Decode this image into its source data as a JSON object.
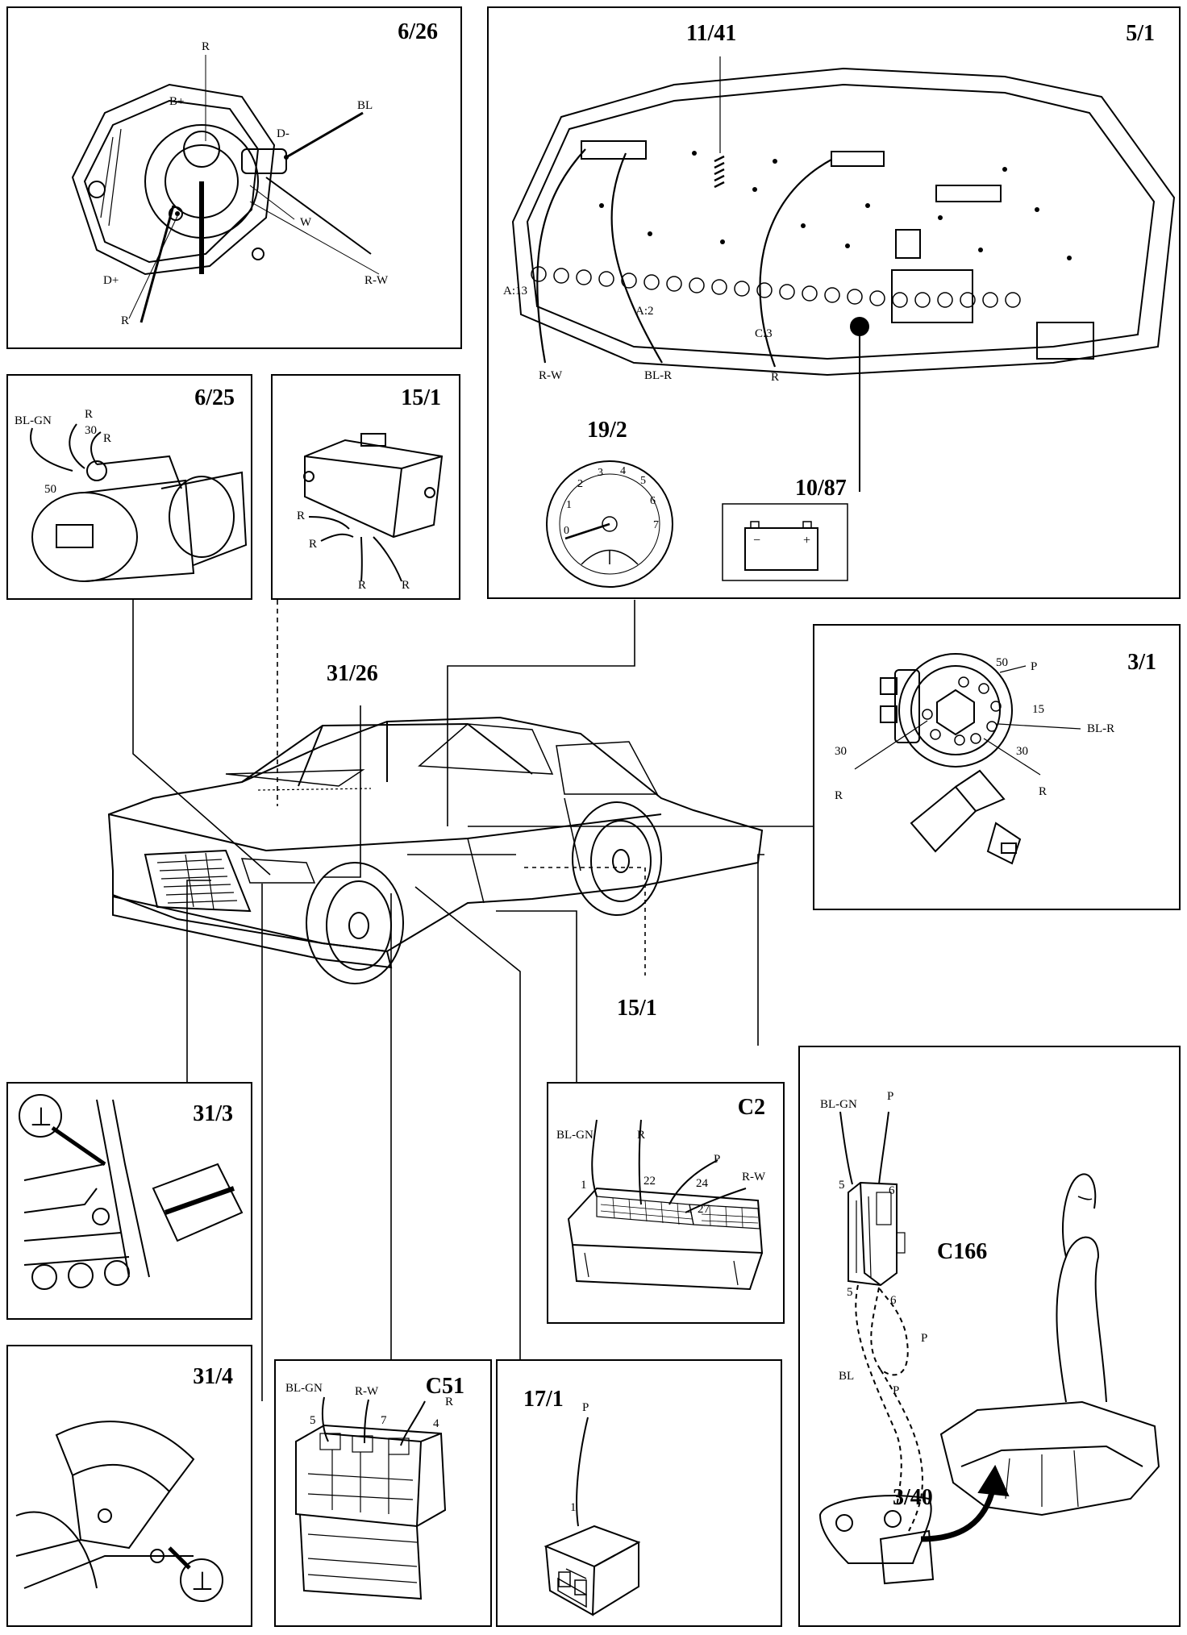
{
  "panels": {
    "alternator": {
      "id": "6/26",
      "labels": {
        "r_top": "R",
        "b_plus": "B+",
        "bl": "BL",
        "d_minus": "D-",
        "w": "W",
        "r_w": "R-W",
        "d_plus": "D+",
        "r_bottom": "R"
      }
    },
    "instrument": {
      "id": "5/1",
      "sub_id": "11/41",
      "labels": {
        "a13": "A:13",
        "a2": "A:2",
        "c3": "C:3",
        "r_w": "R-W",
        "bl_r": "BL-R",
        "r": "R"
      },
      "tacho_id": "19/2",
      "tacho_ticks": [
        "0",
        "1",
        "2",
        "3",
        "4",
        "5",
        "6",
        "7"
      ],
      "battery_id": "10/87",
      "battery_minus": "−",
      "battery_plus": "+"
    },
    "starter": {
      "id": "6/25",
      "labels": {
        "bl_gn": "BL-GN",
        "r1": "R",
        "n30": "30",
        "r2": "R",
        "n50": "50"
      }
    },
    "module": {
      "id": "15/1",
      "labels": {
        "r1": "R",
        "r2": "R",
        "r3": "R",
        "r4": "R"
      }
    },
    "ignition": {
      "id": "3/1",
      "labels": {
        "n50": "50",
        "p": "P",
        "n15": "15",
        "bl_r": "BL-R",
        "n30a": "30",
        "n30b": "30",
        "r1": "R",
        "r2": "R"
      }
    },
    "ground1": {
      "id": "31/3",
      "symbol": "⊥"
    },
    "ground2": {
      "id": "31/4",
      "symbol": "⊥"
    },
    "c2": {
      "id": "C2",
      "labels": {
        "bl_gn": "BL-GN",
        "r": "R",
        "p": "P",
        "n1": "1",
        "n22": "22",
        "n24": "24",
        "n27": "27",
        "r_w": "R-W"
      }
    },
    "c51": {
      "id": "C51",
      "labels": {
        "bl_gn": "BL-GN",
        "r_w": "R-W",
        "r": "R",
        "n5": "5",
        "n7": "7",
        "n4": "4"
      }
    },
    "p171": {
      "id": "17/1",
      "labels": {
        "p": "P",
        "n1": "1"
      }
    },
    "c166": {
      "id": "C166",
      "sub_id": "3/40",
      "labels": {
        "bl_gn": "BL-GN",
        "p": "P",
        "n5a": "5",
        "n6a": "6",
        "n5b": "5",
        "n6b": "6",
        "p2": "P",
        "bl": "BL",
        "p3": "P"
      }
    }
  },
  "car_labels": {
    "top": "31/26",
    "bottom": "15/1"
  }
}
